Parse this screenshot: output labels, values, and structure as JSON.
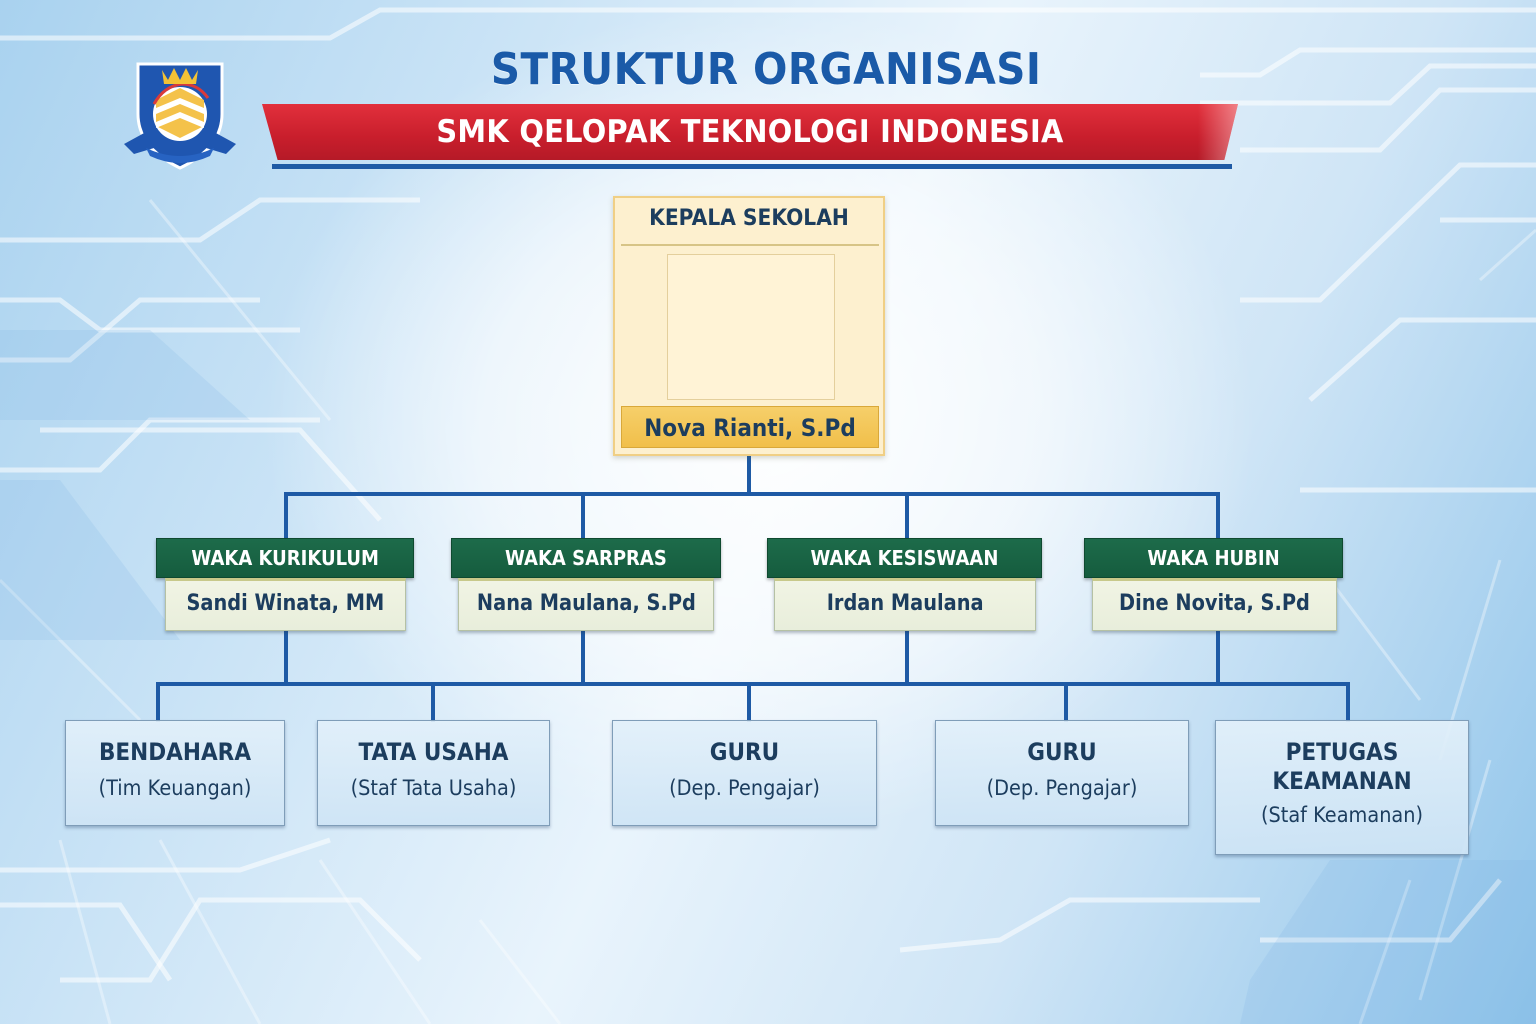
{
  "header": {
    "title": "STRUKTUR ORGANISASI",
    "school_name": "SMK QELOPAK TEKNOLOGI INDONESIA",
    "logo": "school-crest-icon"
  },
  "colors": {
    "title_blue": "#1a5aa8",
    "ribbon_red": "#c81e2c",
    "connector_blue": "#1e5aa5",
    "waka_green": "#1d6b4a",
    "head_gold": "#f1bf4a",
    "head_box_bg": "#fdf0cf",
    "text_dark": "#1c3d5e"
  },
  "head": {
    "role": "KEPALA SEKOLAH",
    "name": "Nova Rianti, S.Pd",
    "photo": "photo-placeholder"
  },
  "waka": [
    {
      "role": "WAKA KURIKULUM",
      "name": "Sandi Winata, MM"
    },
    {
      "role": "WAKA SARPRAS",
      "name": "Nana Maulana, S.Pd"
    },
    {
      "role": "WAKA KESISWAAN",
      "name": "Irdan Maulana"
    },
    {
      "role": "WAKA HUBIN",
      "name": "Dine Novita, S.Pd"
    }
  ],
  "staff": [
    {
      "title": "BENDAHARA",
      "title2": "",
      "sub": "(Tim Keuangan)"
    },
    {
      "title": "TATA USAHA",
      "title2": "",
      "sub": "(Staf Tata Usaha)"
    },
    {
      "title": "GURU",
      "title2": "",
      "sub": "(Dep. Pengajar)"
    },
    {
      "title": "GURU",
      "title2": "",
      "sub": "(Dep. Pengajar)"
    },
    {
      "title": "PETUGAS",
      "title2": "KEAMANAN",
      "sub": "(Staf Keamanan)"
    }
  ]
}
